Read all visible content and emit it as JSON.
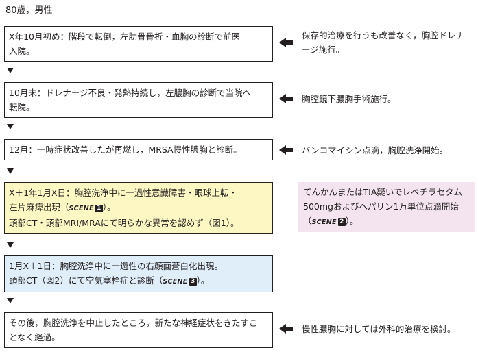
{
  "heading": "80歳，男性",
  "events": [
    {
      "lines": [
        "X年10月初め：階段で転倒，左肋骨骨折・血胸の診断で前医",
        "入院。"
      ],
      "note": [
        "保存的治療を行うも改善なく，胸腔ドレナ",
        "ージ施行。"
      ]
    },
    {
      "lines": [
        "10月末：ドレナージ不良・発熱持続し，左膿胸の診断で当院へ",
        "転院。"
      ],
      "note": [
        "胸腔鏡下膿胸手術施行。"
      ]
    },
    {
      "lines": [
        "12月：一時症状改善したが再燃し，MRSA慢性膿胸と診断。"
      ],
      "note": [
        "バンコマイシン点滴，胸腔洗浄開始。"
      ]
    },
    {
      "line1": "X＋1年1月X日：胸腔洗浄中に一過性意識障害・眼球上転・",
      "line2_pre": "左片麻痺出現（",
      "line2_post": "）。",
      "line3": "頭部CT・頭部MRI/MRAにて明らかな異常を認めず（図1）。",
      "scene_label": "SCENE",
      "scene_num": "1",
      "note_line1": "てんかんまたはTIA疑いでレベチラセタム",
      "note_line2": "500mgおよびヘパリン1万単位点滴開始",
      "note_pre": "（",
      "note_post": "）。",
      "note_scene_label": "SCENE",
      "note_scene_num": "2"
    },
    {
      "line1": "1月X＋1日：胸腔洗浄中に一過性の右顔面蒼白化出現。",
      "line2_pre": "頭部CT（図2）にて空気塞栓症と診断（",
      "line2_post": "）。",
      "scene_label": "SCENE",
      "scene_num": "3"
    },
    {
      "lines": [
        "その後，胸腔洗浄を中止したところ，新たな神経症状をきたすこ",
        "となく経過。"
      ],
      "note": [
        "慢性膿胸に対しては外科的治療を検討。"
      ]
    }
  ],
  "colors": {
    "yellow_box": "#fdf7c4",
    "blue_box": "#dfeef9",
    "pink_note": "#f4e4ef",
    "ink": "#231f20"
  },
  "icons": [
    "down-triangle-icon",
    "left-arrow-icon"
  ]
}
